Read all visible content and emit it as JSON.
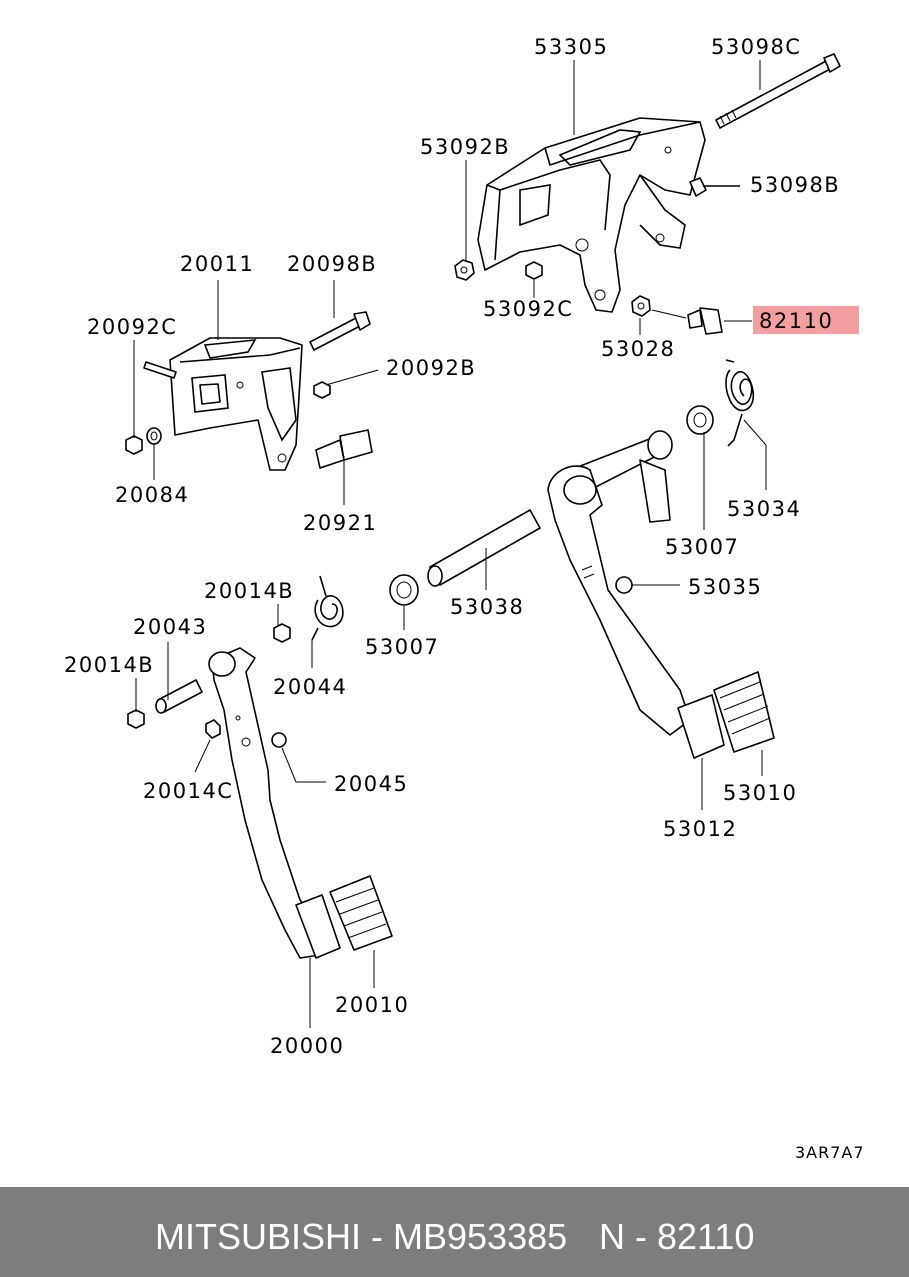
{
  "diagram": {
    "labels": {
      "p53305": "53305",
      "p53098C": "53098C",
      "p53092B": "53092B",
      "p53098B": "53098B",
      "p53092C": "53092C",
      "p53028": "53028",
      "p82110": "82110",
      "p20011": "20011",
      "p20098B": "20098B",
      "p20092C": "20092C",
      "p20092B": "20092B",
      "p20084": "20084",
      "p20921": "20921",
      "p53034": "53034",
      "p53007a": "53007",
      "p20014B_top": "20014B",
      "p53035": "53035",
      "p20043": "20043",
      "p53038": "53038",
      "p20014B_left": "20014B",
      "p53007b": "53007",
      "p20044": "20044",
      "p20045": "20045",
      "p20014C": "20014C",
      "p53010": "53010",
      "p53012": "53012",
      "p20010": "20010",
      "p20000": "20000"
    },
    "highlight_color": "#f4a0a0",
    "drawing_code": "3AR7A7"
  },
  "footer": {
    "left": "MITSUBISHI - MB953385",
    "right": "N - 82110",
    "background": "#7d7d7d"
  }
}
